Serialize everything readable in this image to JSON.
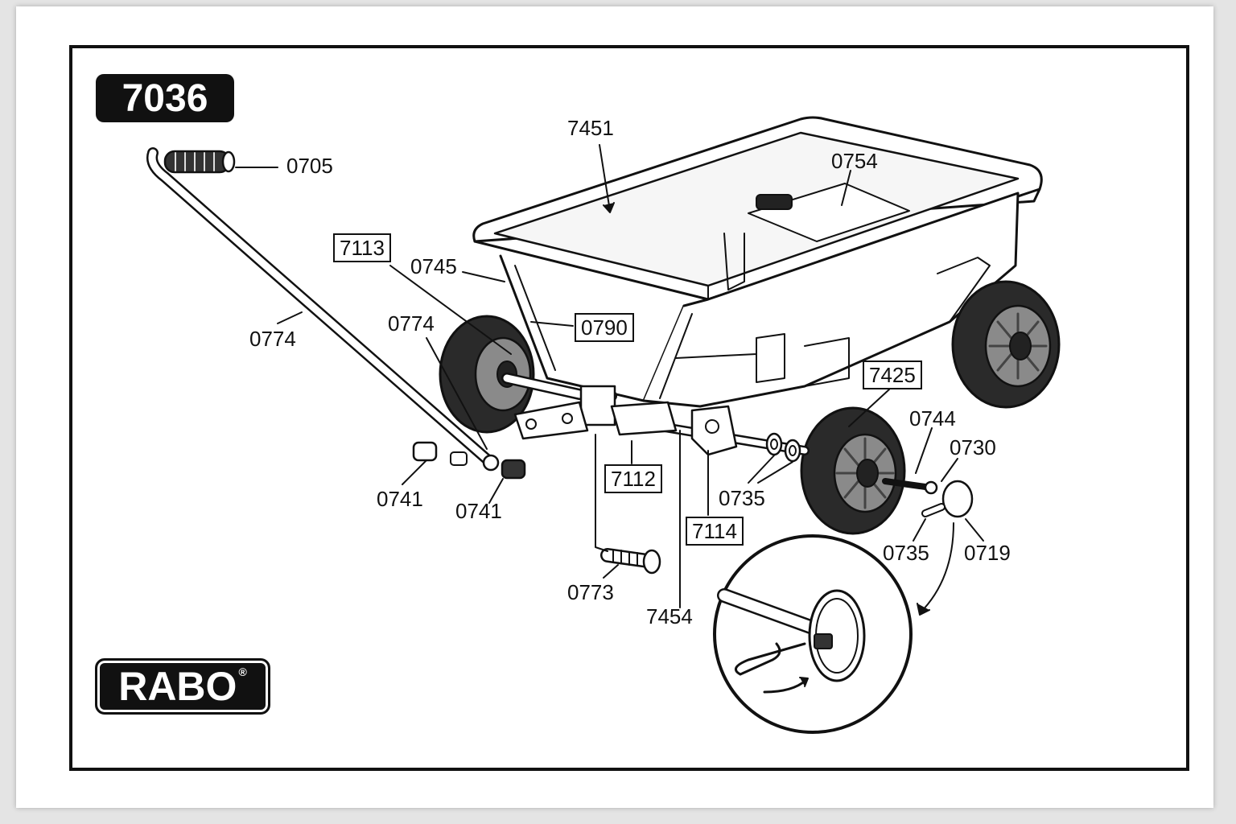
{
  "header": {
    "model_number": "7036"
  },
  "brand": {
    "name": "RABO",
    "mark": "®"
  },
  "part_labels": [
    {
      "id": "p0705",
      "text": "0705",
      "boxed": false
    },
    {
      "id": "p7451",
      "text": "7451",
      "boxed": false
    },
    {
      "id": "p0754",
      "text": "0754",
      "boxed": false
    },
    {
      "id": "p7113",
      "text": "7113",
      "boxed": true
    },
    {
      "id": "p0745",
      "text": "0745",
      "boxed": false
    },
    {
      "id": "p0774a",
      "text": "0774",
      "boxed": false
    },
    {
      "id": "p0774b",
      "text": "0774",
      "boxed": false
    },
    {
      "id": "p0790",
      "text": "0790",
      "boxed": true
    },
    {
      "id": "p7425",
      "text": "7425",
      "boxed": true
    },
    {
      "id": "p0744",
      "text": "0744",
      "boxed": false
    },
    {
      "id": "p0730",
      "text": "0730",
      "boxed": false
    },
    {
      "id": "p0741a",
      "text": "0741",
      "boxed": false
    },
    {
      "id": "p0741b",
      "text": "0741",
      "boxed": false
    },
    {
      "id": "p7112",
      "text": "7112",
      "boxed": true
    },
    {
      "id": "p0735a",
      "text": "0735",
      "boxed": false
    },
    {
      "id": "p7114",
      "text": "7114",
      "boxed": true
    },
    {
      "id": "p0735b",
      "text": "0735",
      "boxed": false
    },
    {
      "id": "p0719",
      "text": "0719",
      "boxed": false
    },
    {
      "id": "p0773",
      "text": "0773",
      "boxed": false
    },
    {
      "id": "p7454",
      "text": "7454",
      "boxed": false
    }
  ],
  "colors": {
    "ink": "#111111",
    "paper": "#ffffff",
    "backdrop": "#e4e4e4",
    "tire": "#2a2a2a",
    "hub": "#8a8a8a"
  }
}
